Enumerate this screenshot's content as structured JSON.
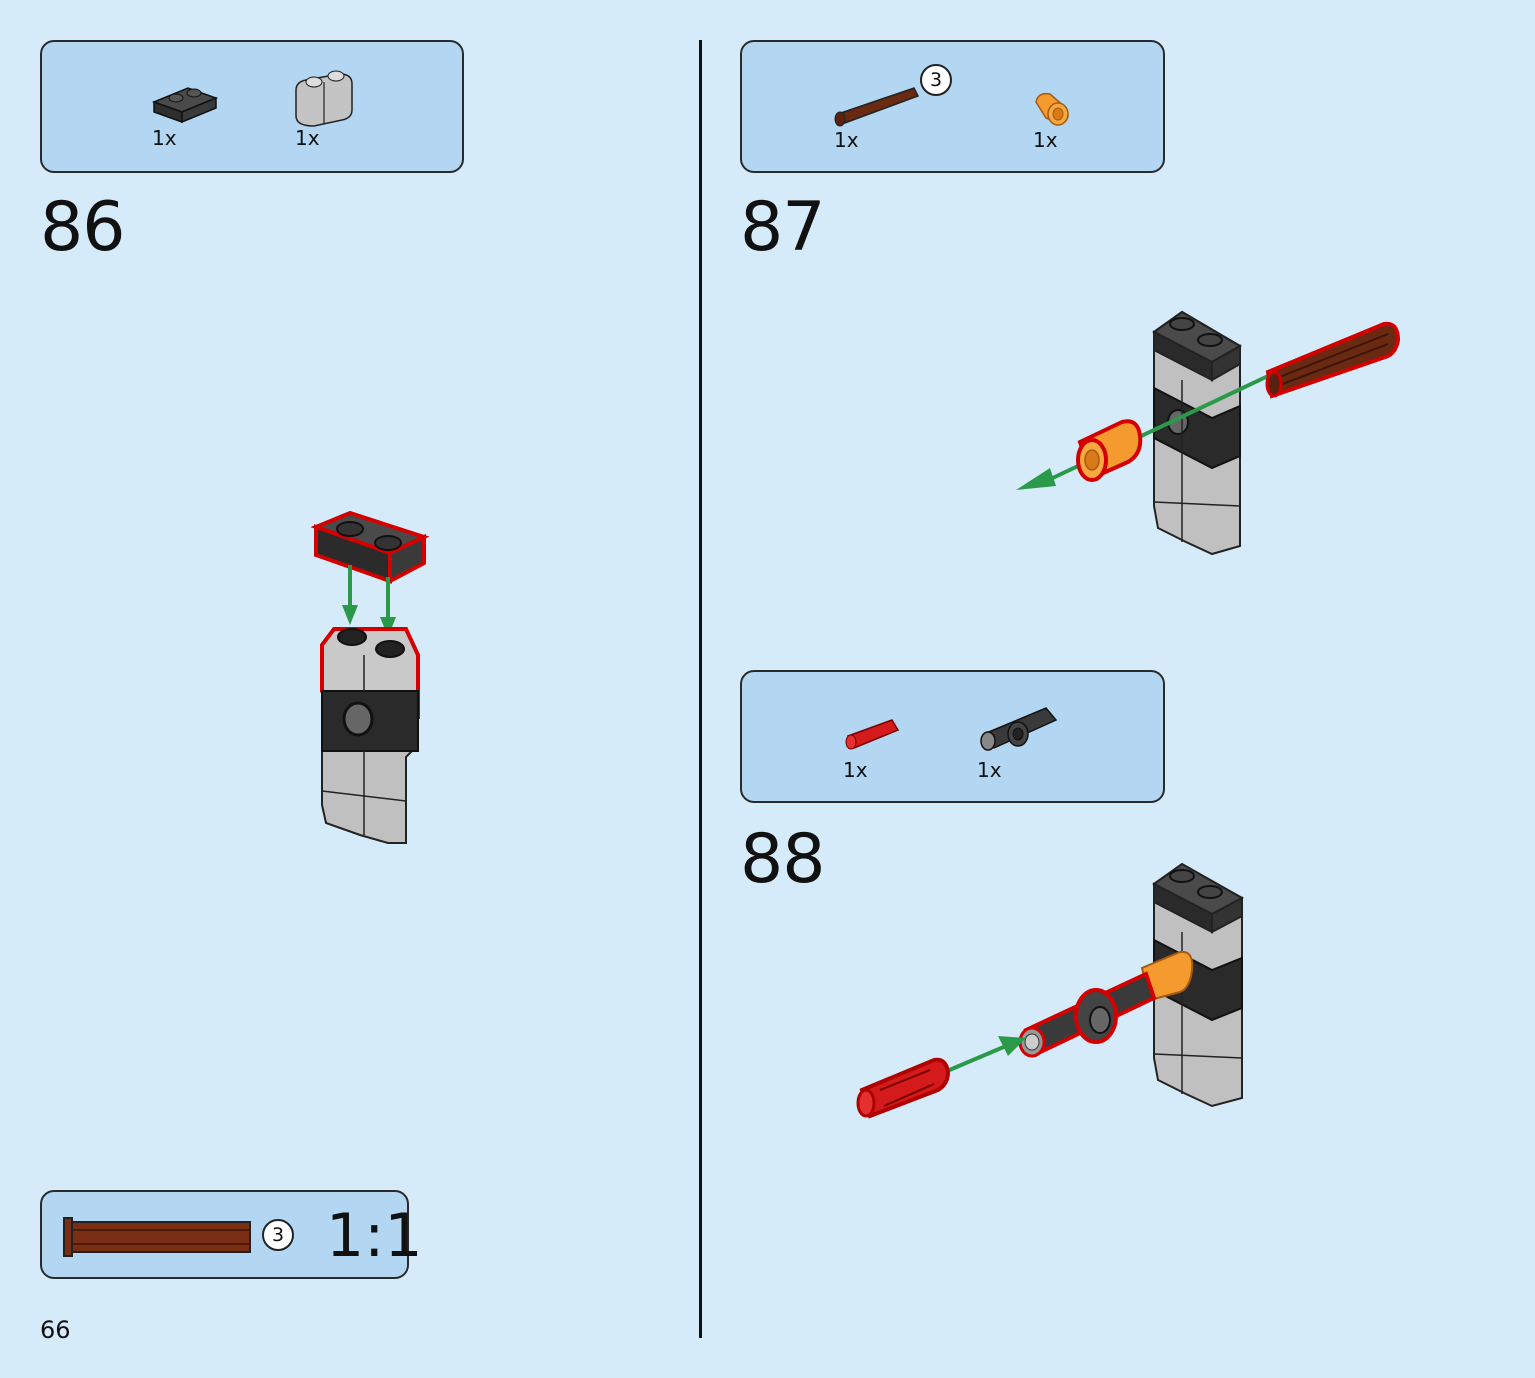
{
  "page_number": "66",
  "steps": [
    {
      "number": "86",
      "parts": [
        {
          "name": "dark-gray-plate-1x2",
          "qty": "1x"
        },
        {
          "name": "light-gray-brick-rounded",
          "qty": "1x"
        }
      ]
    },
    {
      "number": "87",
      "parts": [
        {
          "name": "brown-axle",
          "qty": "1x",
          "length": "3"
        },
        {
          "name": "orange-bush",
          "qty": "1x"
        }
      ]
    },
    {
      "number": "88",
      "parts": [
        {
          "name": "red-pin",
          "qty": "1x"
        },
        {
          "name": "dark-gray-connector",
          "qty": "1x"
        }
      ]
    }
  ],
  "scale_box": {
    "length": "3",
    "ratio": "1:1"
  },
  "colors": {
    "background": "#d6ebfa",
    "parts_box": "#b3d6f2",
    "highlight": "#d40000",
    "arrow": "#2a9a4a",
    "orange": "#f59a2e",
    "brown": "#6a2a12"
  }
}
